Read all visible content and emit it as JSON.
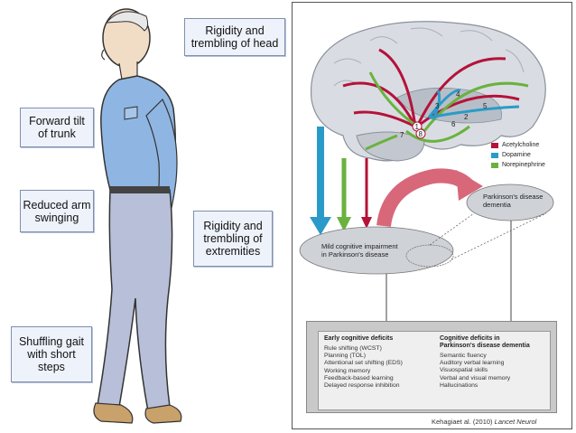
{
  "symptoms": {
    "head": "Rigidity and\ntrembling of head",
    "trunk": "Forward tilt\nof trunk",
    "arm": "Reduced arm\nswinging",
    "extremities": "Rigidity and\ntrembling of\nextremities",
    "gait": "Shuffling gait\nwith short\nsteps"
  },
  "legend": {
    "items": [
      {
        "label": "Acetylcholine",
        "color": "#b5123a"
      },
      {
        "label": "Dopamine",
        "color": "#2a9bc8"
      },
      {
        "label": "Norepinephrine",
        "color": "#6ab23e"
      }
    ]
  },
  "brain_numbers": [
    "1",
    "2",
    "3",
    "4",
    "5",
    "6",
    "7",
    "8"
  ],
  "ellipses": {
    "mci": "Mild cognitive impairment\nin Parkinson's disease",
    "pdd": "Parkinson's disease\ndementia"
  },
  "deficits": {
    "early_title": "Early cognitive deficits",
    "early_items": [
      "Rule shifting (WCST)",
      "Planning (TOL)",
      "Attentional set shifting (EDS)",
      "Working memory",
      "Feedback-based learning",
      "Delayed response inhibition"
    ],
    "pdd_title": "Cognitive deficits in\nParkinson's disease dementia",
    "pdd_items": [
      "Semantic fluency",
      "Auditory verbal learning",
      "Visuospatial skills",
      "Verbal and visual memory",
      "Hallucinations"
    ]
  },
  "citation": {
    "authors": "Kehagiaet al. (2010)",
    "journal": "Lancet Neurol"
  }
}
